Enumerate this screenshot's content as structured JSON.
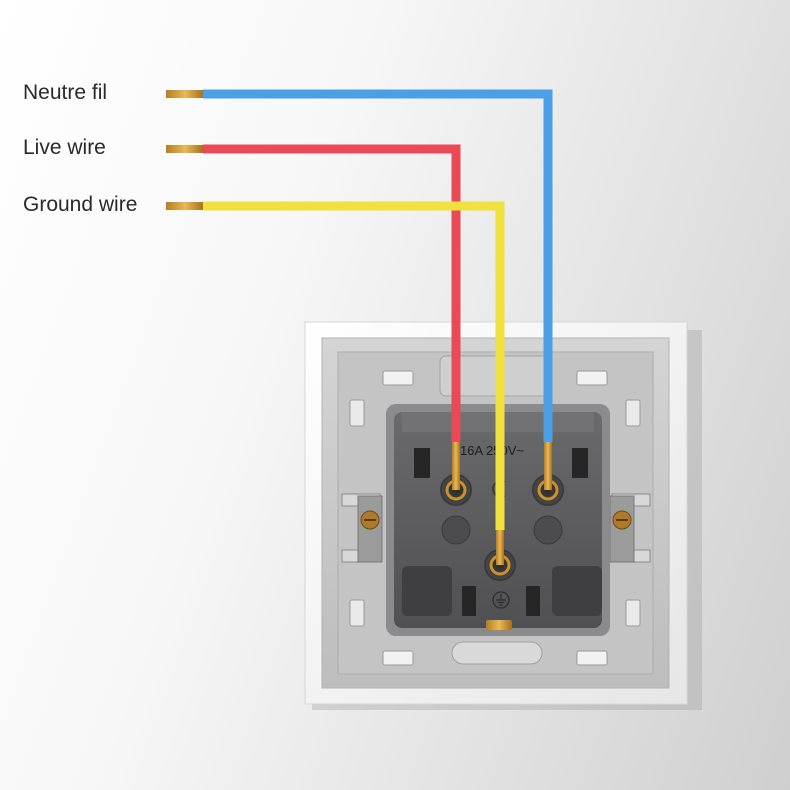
{
  "wires": [
    {
      "id": "neutral",
      "label": "Neutre fil",
      "color": "#4a9fe6"
    },
    {
      "id": "live",
      "label": "Live wire",
      "color": "#ea4a55"
    },
    {
      "id": "ground",
      "label": "Ground wire",
      "color": "#f0e040"
    }
  ],
  "socket": {
    "rating": "16A 250V~",
    "plate_color": "#f4f4f4",
    "frame_color": "#c9c9c9",
    "module_color": "#5c5c5e",
    "terminal_color": "#c8922e",
    "ground_symbol": "ground-icon"
  }
}
